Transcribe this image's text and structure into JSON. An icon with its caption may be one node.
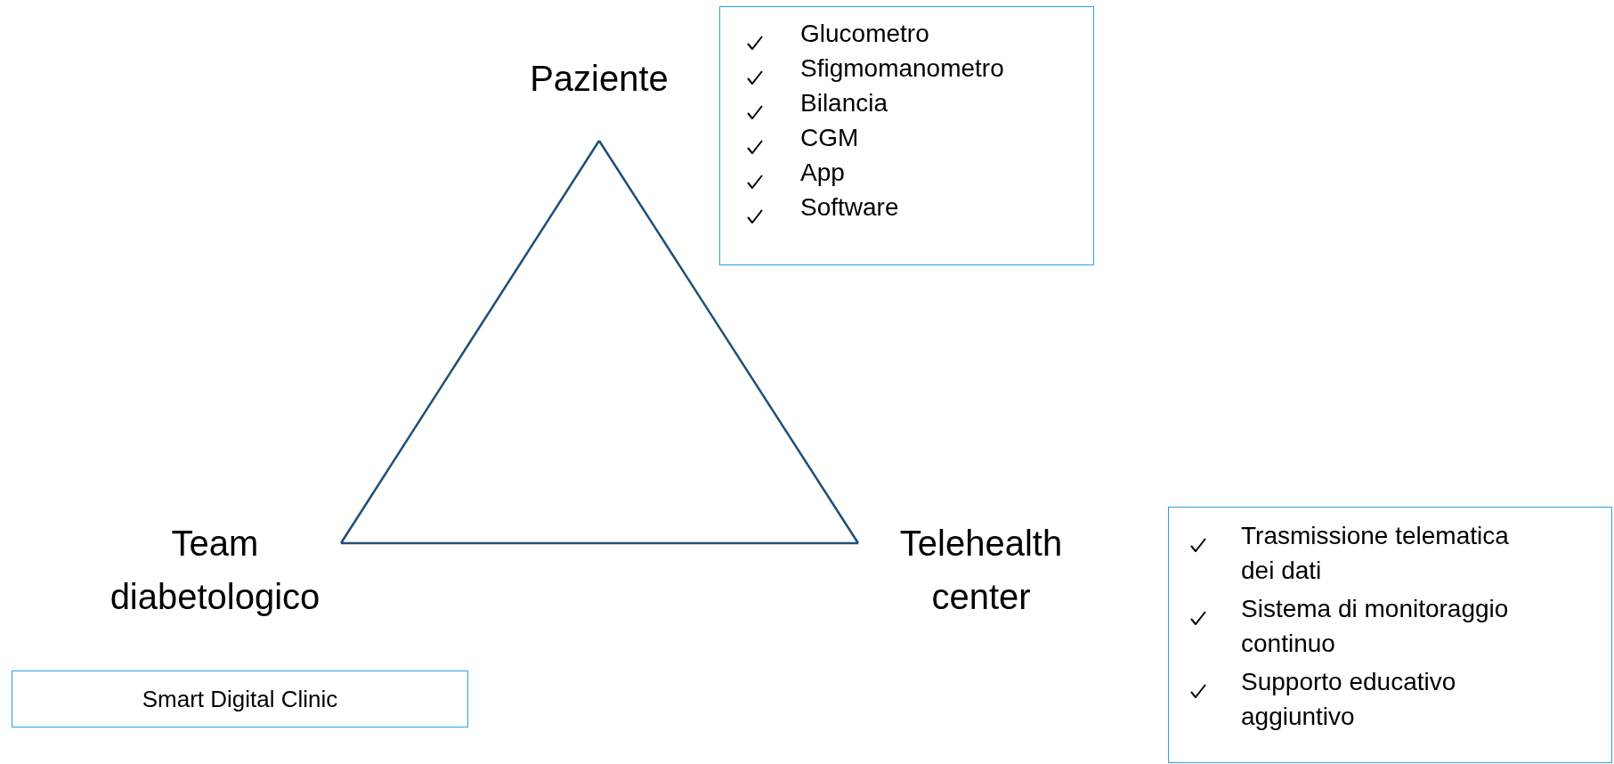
{
  "diagram": {
    "nodes": [
      {
        "text": [
          "Paziente"
        ]
      },
      {
        "text": [
          "Team diabetologico"
        ]
      },
      {
        "text": [
          "Telehealth center"
        ]
      },
      {
        "text": [
          "Glucometro",
          "Sfigmomanometro",
          "Bilancia",
          "CGM",
          "App",
          "Software"
        ]
      },
      {
        "text": [
          "Smart Digital Clinic"
        ]
      },
      {
        "text": [
          "Trasmissione telematica dei dati",
          "Sistema di monitoraggio continuo",
          "Supporto educativo aggiuntivo"
        ]
      }
    ],
    "edges": [
      {
        "from": 0,
        "to": 1,
        "arrow": "none"
      },
      {
        "from": 1,
        "to": 2,
        "arrow": "none"
      },
      {
        "from": 2,
        "to": 0,
        "arrow": "none"
      }
    ]
  }
}
